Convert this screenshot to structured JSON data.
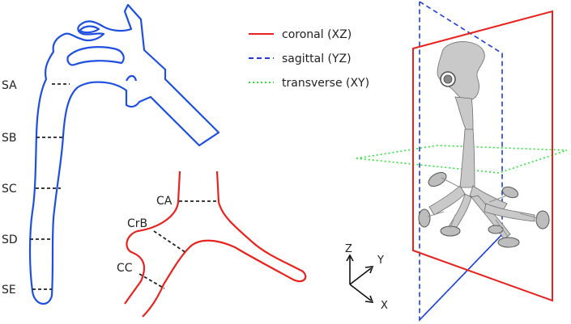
{
  "legend": {
    "items": [
      {
        "label": "coronal (XZ)",
        "color": "#e8231f",
        "dash": "solid"
      },
      {
        "label": "sagittal (YZ)",
        "color": "#1c3fd6",
        "dash": "dashed"
      },
      {
        "label": "transverse (XY)",
        "color": "#2ee23a",
        "dash": "dotted"
      }
    ]
  },
  "sagittal_sections": [
    "SA",
    "SB",
    "SC",
    "SD",
    "SE"
  ],
  "bronchi_sections": [
    "CA",
    "CrB",
    "CC"
  ],
  "axes": {
    "z": "Z",
    "y": "Y",
    "x": "X"
  },
  "colors": {
    "airway_outline": "#1f4fe0",
    "bronchi_outline": "#e8231f",
    "section_line": "#222222"
  }
}
